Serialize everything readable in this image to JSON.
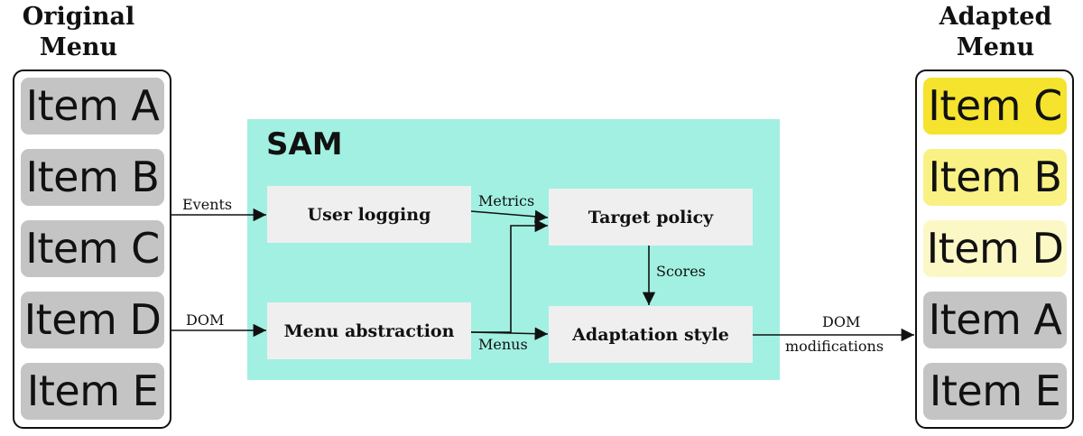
{
  "original_menu": {
    "title_line1": "Original",
    "title_line2": "Menu",
    "items": [
      {
        "label": "Item A",
        "color": "#c4c4c4"
      },
      {
        "label": "Item B",
        "color": "#c4c4c4"
      },
      {
        "label": "Item C",
        "color": "#c4c4c4"
      },
      {
        "label": "Item D",
        "color": "#c4c4c4"
      },
      {
        "label": "Item E",
        "color": "#c4c4c4"
      }
    ]
  },
  "adapted_menu": {
    "title_line1": "Adapted",
    "title_line2": "Menu",
    "items": [
      {
        "label": "Item C",
        "color": "#f5e32e"
      },
      {
        "label": "Item B",
        "color": "#faf184"
      },
      {
        "label": "Item D",
        "color": "#fcf8c6"
      },
      {
        "label": "Item A",
        "color": "#c4c4c4"
      },
      {
        "label": "Item E",
        "color": "#c4c4c4"
      }
    ]
  },
  "sam": {
    "title": "SAM",
    "background": "#a2f0e2",
    "blocks": {
      "user_logging": "User logging",
      "menu_abstraction": "Menu abstraction",
      "target_policy": "Target policy",
      "adaptation_style": "Adaptation style"
    }
  },
  "edges": {
    "events": "Events",
    "dom_in": "DOM",
    "metrics": "Metrics",
    "menus": "Menus",
    "scores": "Scores",
    "dom_out_line1": "DOM",
    "dom_out_line2": "modifications"
  }
}
